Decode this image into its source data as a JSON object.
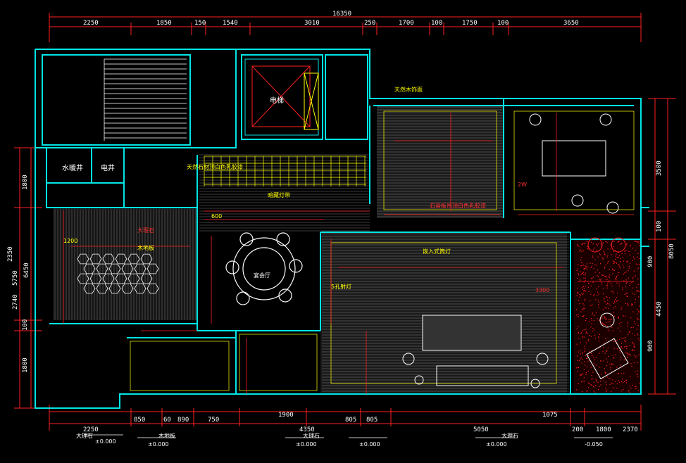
{
  "colors": {
    "background": "#000000",
    "wall": "#00e5e5",
    "dimension": "#ff2020",
    "annotation": "#ffff00",
    "text": "#ffffff",
    "floor_wood": "#9a9a9a"
  },
  "dimensions": {
    "overall_top": "16350",
    "top_segments": [
      "2250",
      "1850",
      "150",
      "1540",
      "3010",
      "250",
      "1700",
      "100",
      "1750",
      "100",
      "3650"
    ],
    "bottom_segments": [
      "2250",
      "850",
      "60",
      "890",
      "750",
      "1900",
      "4350",
      "805",
      "805",
      "5050",
      "1075",
      "200",
      "1800",
      "2370"
    ],
    "left_segments": [
      "1800",
      "2350",
      "5750",
      "6450",
      "2740",
      "100",
      "1800"
    ],
    "right_segments": [
      "3500",
      "100",
      "8050",
      "900",
      "4450",
      "900"
    ]
  },
  "rooms": {
    "elevator": "电梯",
    "water_well": "水暖井",
    "electric_well": "电井",
    "dining_round_table": "宴会厅"
  },
  "annotations": [
    "天然石材顶白色乳胶漆",
    "天然木饰面",
    "石膏板吊顶白色乳胶漆",
    "5孔射灯",
    "嵌入式筒灯",
    "大理石",
    "木地板",
    "暗藏灯带",
    "2W",
    "1200",
    "600",
    "3300"
  ],
  "level_marks": [
    "±0.000",
    "±0.000",
    "±0.000",
    "±0.000",
    "-0.050",
    "±0.000"
  ],
  "bottom_tags": [
    "大理石",
    "木地板",
    "大理石",
    "大理石"
  ]
}
